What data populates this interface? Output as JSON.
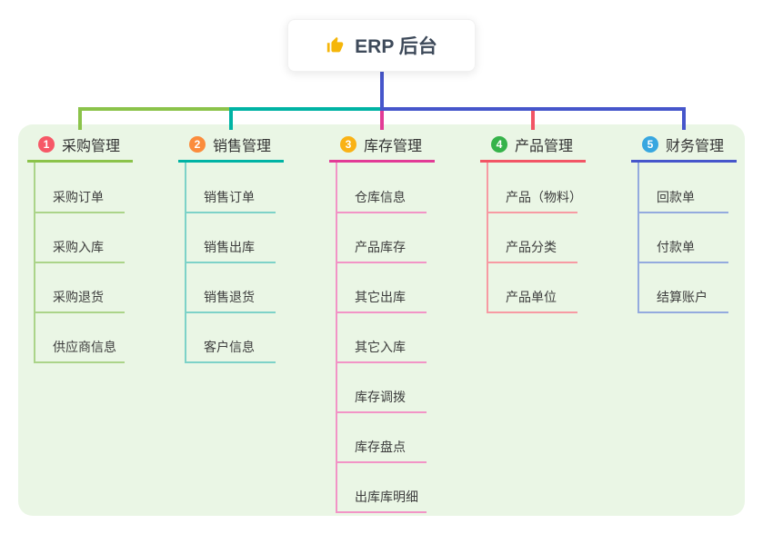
{
  "root": {
    "title": "ERP 后台",
    "icon": "thumbs-up-icon",
    "stem_color": "#4656cb"
  },
  "panel_bg": "#eaf6e5",
  "branches": [
    {
      "number": "1",
      "label": "采购管理",
      "badge_color": "#f65867",
      "line_color": "#8bc34a",
      "child_line_color": "#abd489",
      "children": [
        "采购订单",
        "采购入库",
        "采购退货",
        "供应商信息"
      ]
    },
    {
      "number": "2",
      "label": "销售管理",
      "badge_color": "#fb8c3c",
      "line_color": "#00b3a4",
      "child_line_color": "#7dd2c8",
      "children": [
        "销售订单",
        "销售出库",
        "销售退货",
        "客户信息"
      ]
    },
    {
      "number": "3",
      "label": "库存管理",
      "badge_color": "#f9b215",
      "line_color": "#e23b96",
      "child_line_color": "#f294c6",
      "children": [
        "仓库信息",
        "产品库存",
        "其它出库",
        "其它入库",
        "库存调拨",
        "库存盘点",
        "出库库明细"
      ]
    },
    {
      "number": "4",
      "label": "产品管理",
      "badge_color": "#36b34a",
      "line_color": "#f25565",
      "child_line_color": "#f79aa3",
      "children": [
        "产品（物料）",
        "产品分类",
        "产品单位"
      ]
    },
    {
      "number": "5",
      "label": "财务管理",
      "badge_color": "#38a7e0",
      "line_color": "#4656cb",
      "child_line_color": "#94aade",
      "children": [
        "回款单",
        "付款单",
        "结算账户"
      ]
    }
  ]
}
